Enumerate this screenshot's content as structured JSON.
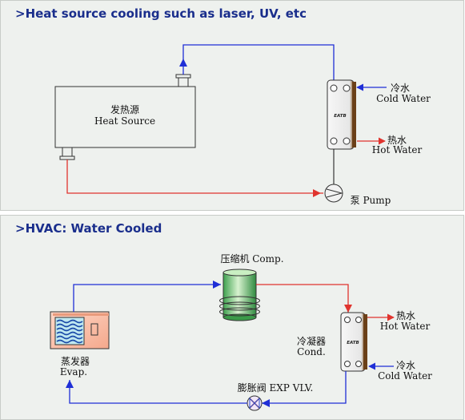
{
  "top_section": {
    "title": ">Heat source cooling such as laser, UV, etc",
    "heat_source_cn": "发热源",
    "heat_source_en": "Heat Source",
    "cold_water_cn": "冷水",
    "cold_water_en": "Cold Water",
    "hot_water_cn": "热水",
    "hot_water_en": "Hot Water",
    "pump_label": "泵  Pump",
    "exchanger_logo": "EATB"
  },
  "bottom_section": {
    "title": ">HVAC: Water Cooled",
    "compressor_label": "压缩机 Comp.",
    "evaporator_cn": "蒸发器",
    "evaporator_en": "Evap.",
    "condenser_cn": "冷凝器",
    "condenser_en": "Cond.",
    "hot_water_cn": "热水",
    "hot_water_en": "Hot Water",
    "cold_water_cn": "冷水",
    "cold_water_en": "Cold Water",
    "valve_label": "膨胀阀 EXP VLV.",
    "exchanger_logo": "EATB"
  },
  "colors": {
    "cold_line": "#1f2fd6",
    "hot_line": "#e0342e",
    "heading": "#1a2e8c",
    "panel_bg": "#eef1ee"
  }
}
